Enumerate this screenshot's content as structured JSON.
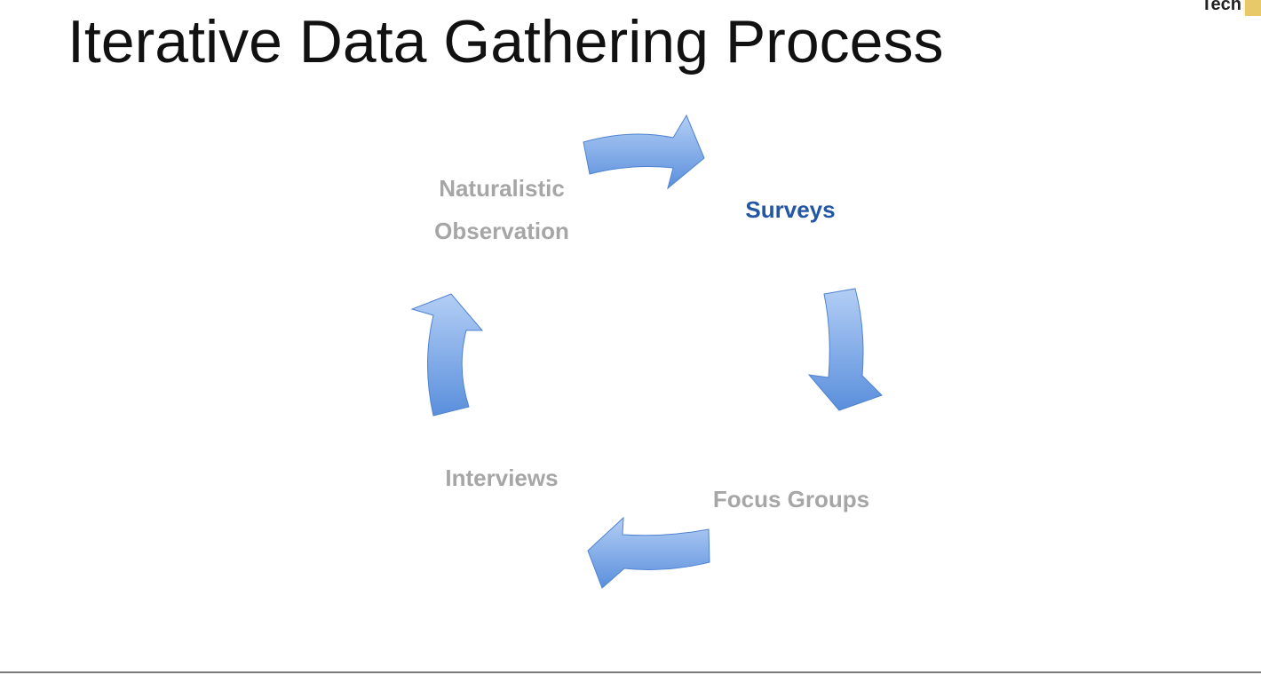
{
  "slide": {
    "title": "Iterative Data Gathering Process"
  },
  "logo": {
    "text": "Tech"
  },
  "cycle": {
    "stages": [
      {
        "id": "naturalistic-observation",
        "lines": [
          "Naturalistic",
          "Observation"
        ],
        "active": false
      },
      {
        "id": "surveys",
        "lines": [
          "Surveys"
        ],
        "active": true
      },
      {
        "id": "focus-groups",
        "lines": [
          "Focus Groups"
        ],
        "active": false
      },
      {
        "id": "interviews",
        "lines": [
          "Interviews"
        ],
        "active": false
      }
    ],
    "colors": {
      "active_text": "#2356a4",
      "inactive_text": "#a6a6a6",
      "arrow_light": "#b3cef5",
      "arrow_dark": "#5a8fdc"
    }
  }
}
